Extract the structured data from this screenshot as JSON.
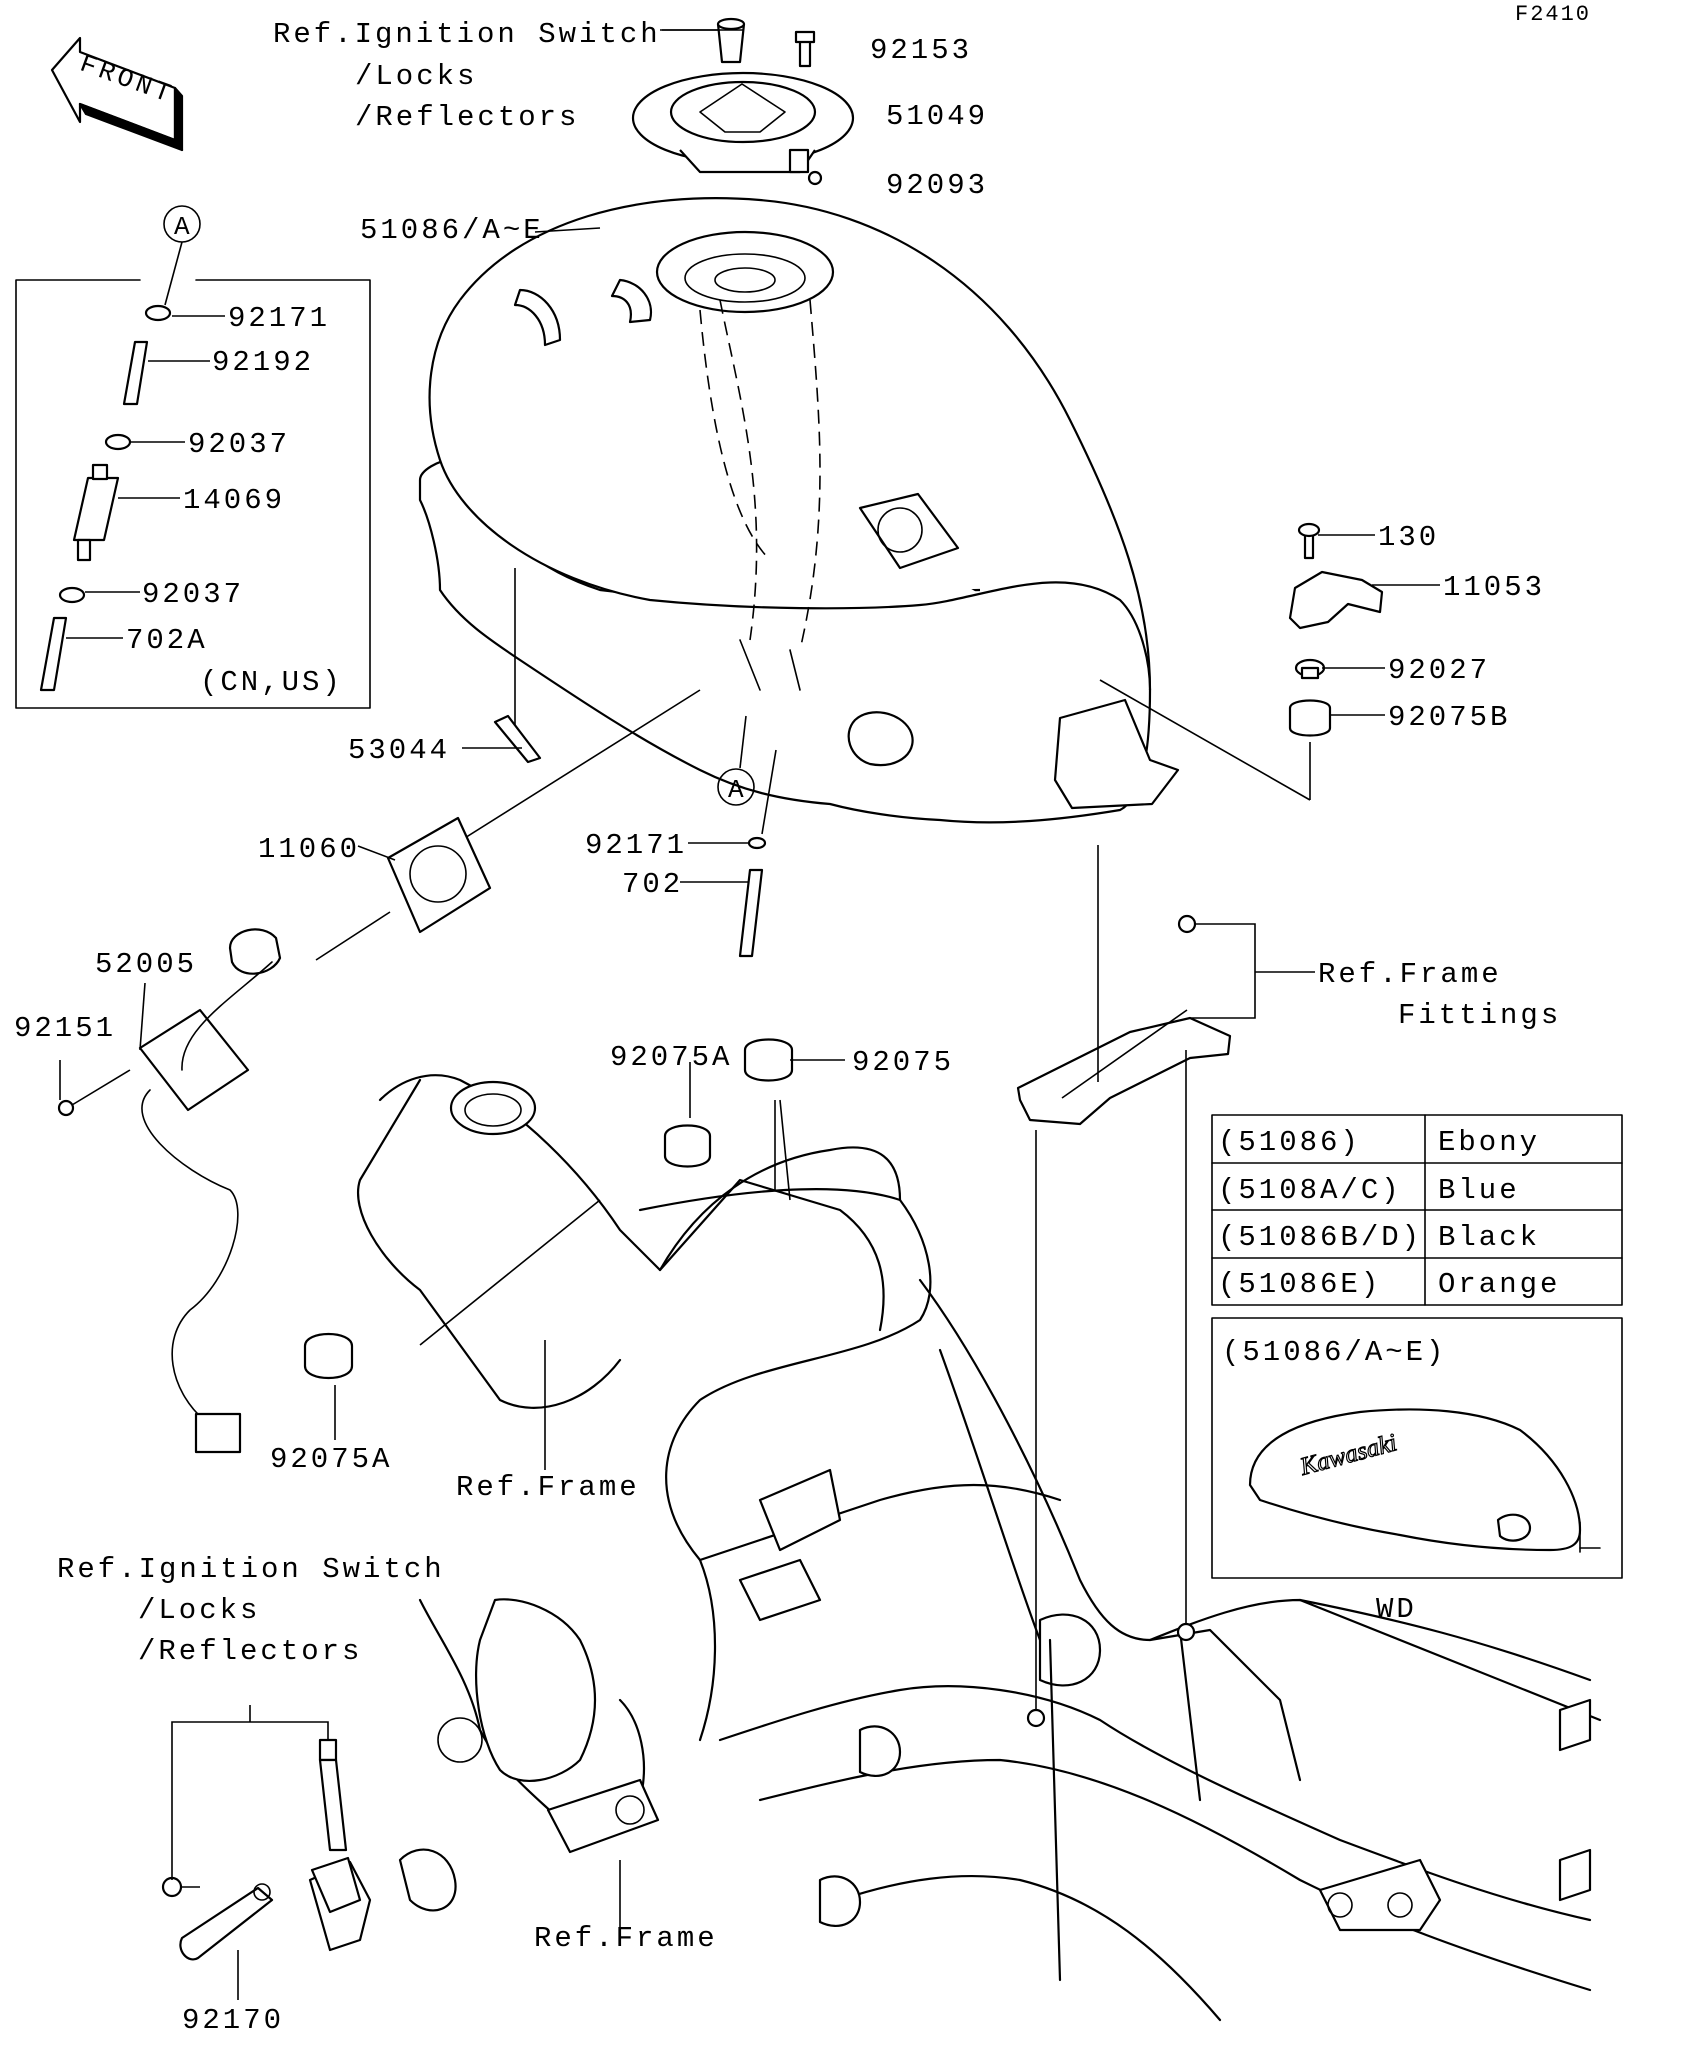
{
  "figure_code": "F2410",
  "front_arrow": {
    "text": "FRONT",
    "icon": "front-direction-arrow-icon"
  },
  "parts": [
    {
      "key": "p92153",
      "number": "92153"
    },
    {
      "key": "p51049",
      "number": "51049"
    },
    {
      "key": "p92093",
      "number": "92093"
    },
    {
      "key": "p51086",
      "number": "51086/A~E"
    },
    {
      "key": "p92171a",
      "number": "92171"
    },
    {
      "key": "p92192",
      "number": "92192"
    },
    {
      "key": "p92037a",
      "number": "92037"
    },
    {
      "key": "p14069",
      "number": "14069"
    },
    {
      "key": "p92037b",
      "number": "92037"
    },
    {
      "key": "p702A",
      "number": "702A"
    },
    {
      "key": "p130",
      "number": "130"
    },
    {
      "key": "p11053",
      "number": "11053"
    },
    {
      "key": "p92027",
      "number": "92027"
    },
    {
      "key": "p92075B",
      "number": "92075B"
    },
    {
      "key": "p53044",
      "number": "53044"
    },
    {
      "key": "p11060",
      "number": "11060"
    },
    {
      "key": "p92171b",
      "number": "92171"
    },
    {
      "key": "p702",
      "number": "702"
    },
    {
      "key": "p52005",
      "number": "52005"
    },
    {
      "key": "p92151",
      "number": "92151"
    },
    {
      "key": "p92075A_top",
      "number": "92075A"
    },
    {
      "key": "p92075",
      "number": "92075"
    },
    {
      "key": "p92075A_bottom",
      "number": "92075A"
    },
    {
      "key": "p92170",
      "number": "92170"
    }
  ],
  "references": {
    "ignition_top": [
      "Ref.Ignition Switch",
      "/Locks",
      "/Reflectors"
    ],
    "ignition_bottom": [
      "Ref.Ignition Switch",
      "/Locks",
      "/Reflectors"
    ],
    "frame_fittings": [
      "Ref.Frame",
      "Fittings"
    ],
    "frame_center": "Ref.Frame",
    "frame_bottom": "Ref.Frame"
  },
  "detail_marker": "A",
  "inset_note": "(CN,US)",
  "color_table": {
    "rows": [
      {
        "code": "(51086)",
        "color": "Ebony"
      },
      {
        "code": "(5108A/C)",
        "color": "Blue"
      },
      {
        "code": "(51086B/D)",
        "color": "Black"
      },
      {
        "code": "(51086E)",
        "color": "Orange"
      }
    ]
  },
  "decal_box": {
    "title": "(51086/A~E)",
    "logo_text": "Kawasaki",
    "caption": "WD"
  }
}
